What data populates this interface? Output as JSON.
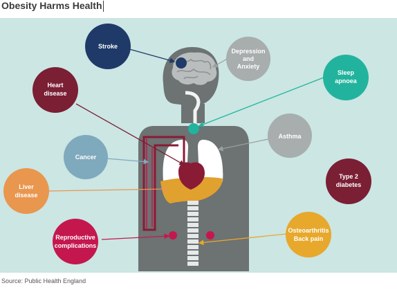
{
  "title": "Obesity Harms Health",
  "source": "Source: Public Health England",
  "colors": {
    "panel": "#cbe6e3",
    "body": "#6d7272",
    "navy": "#1f3a68",
    "maroon": "#7a1f34",
    "gray": "#a8adad",
    "teal": "#22b39e",
    "steel": "#7fa9bd",
    "orange": "#e9964f",
    "magenta": "#c4174e",
    "amber": "#e7a82c",
    "liver": "#e0a12e",
    "heart": "#8a1b35"
  },
  "conditions": [
    {
      "id": "stroke",
      "lines": [
        "Stroke"
      ],
      "color": "maroon-navy"
    },
    {
      "id": "depression",
      "lines": [
        "Depression",
        "and",
        "Anxiety"
      ]
    },
    {
      "id": "sleep",
      "lines": [
        "Sleep",
        "apnoea"
      ]
    },
    {
      "id": "heart",
      "lines": [
        "Heart",
        "disease"
      ]
    },
    {
      "id": "asthma",
      "lines": [
        "Asthma"
      ]
    },
    {
      "id": "cancer",
      "lines": [
        "Cancer"
      ]
    },
    {
      "id": "type2",
      "lines": [
        "Type 2",
        "diabetes"
      ]
    },
    {
      "id": "liver",
      "lines": [
        "Liver",
        "disease"
      ]
    },
    {
      "id": "reproductive",
      "lines": [
        "Reproductive",
        "complications"
      ]
    },
    {
      "id": "osteo",
      "lines": [
        "Osteoarthritis",
        "Back pain"
      ]
    }
  ]
}
